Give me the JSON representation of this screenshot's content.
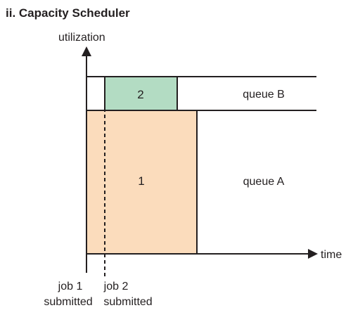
{
  "title": "ii. Capacity Scheduler",
  "axes": {
    "y_label": "utilization",
    "x_label": "time"
  },
  "blocks": {
    "job1_label": "1",
    "job2_label": "2"
  },
  "queues": {
    "queue_b": "queue B",
    "queue_a": "queue A"
  },
  "events": {
    "job1_line1": "job 1",
    "job1_line2": "submitted",
    "job2_line1": "job 2",
    "job2_line2": "submitted"
  },
  "colors": {
    "job1_fill": "#fbdcbc",
    "job2_fill": "#b3dcc3",
    "line": "#231f20"
  }
}
